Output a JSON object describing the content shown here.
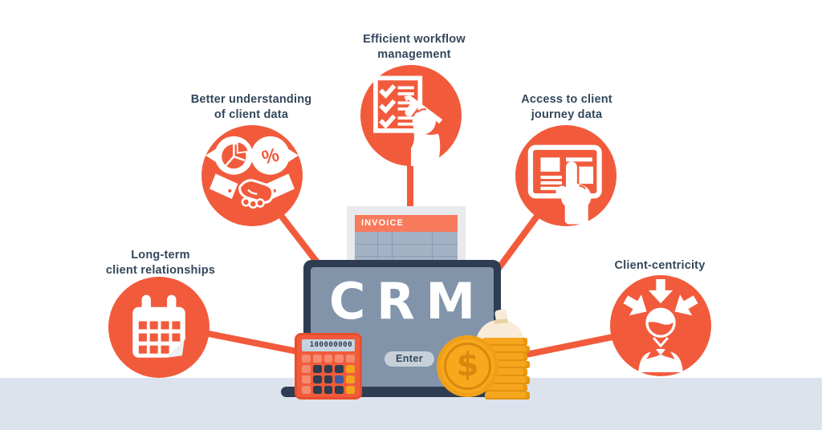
{
  "benefits": [
    {
      "id": "long-term-client-relationships",
      "line1": "Long-term",
      "line2": "client relationships",
      "icon": "calendar-icon"
    },
    {
      "id": "better-understanding-of-client-data",
      "line1": "Better understanding",
      "line2": "of client data",
      "icon": "pie-percent-handshake-icon",
      "percent_symbol": "%"
    },
    {
      "id": "efficient-workflow-management",
      "line1": "Efficient workflow",
      "line2": "management",
      "icon": "checklist-pen-icon"
    },
    {
      "id": "access-to-client-journey-data",
      "line1": "Access to client",
      "line2": "journey data",
      "icon": "screen-touch-icon"
    },
    {
      "id": "client-centricity",
      "line1": "Client-centricity",
      "line2": "",
      "icon": "person-arrows-icon"
    }
  ],
  "center": {
    "laptop": {
      "screen_title": "CRM",
      "enter_label": "Enter"
    },
    "invoice": {
      "title": "INVOICE"
    },
    "calculator": {
      "display_value": "100000000"
    },
    "money": {
      "currency_symbol": "$"
    }
  },
  "colors": {
    "orange": "#f15b3c",
    "invoice_header_orange": "#f87a5c",
    "navy_text": "#33475b",
    "laptop_frame": "#2e3d51",
    "laptop_screen": "#8194aa",
    "enter_button": "#c7d0d9",
    "floor": "#dce3ed",
    "invoice_table": "#a3b2c5",
    "coin_gold": "#f6a51f",
    "coin_detail": "#d9880d",
    "bag_cream": "#f8ecd8",
    "calc_display": "#c5d2e0",
    "key_salmon": "#f58a6e",
    "key_navy": "#2e3d51",
    "key_blue": "#3b5aa0",
    "key_amber": "#f3a31c"
  }
}
